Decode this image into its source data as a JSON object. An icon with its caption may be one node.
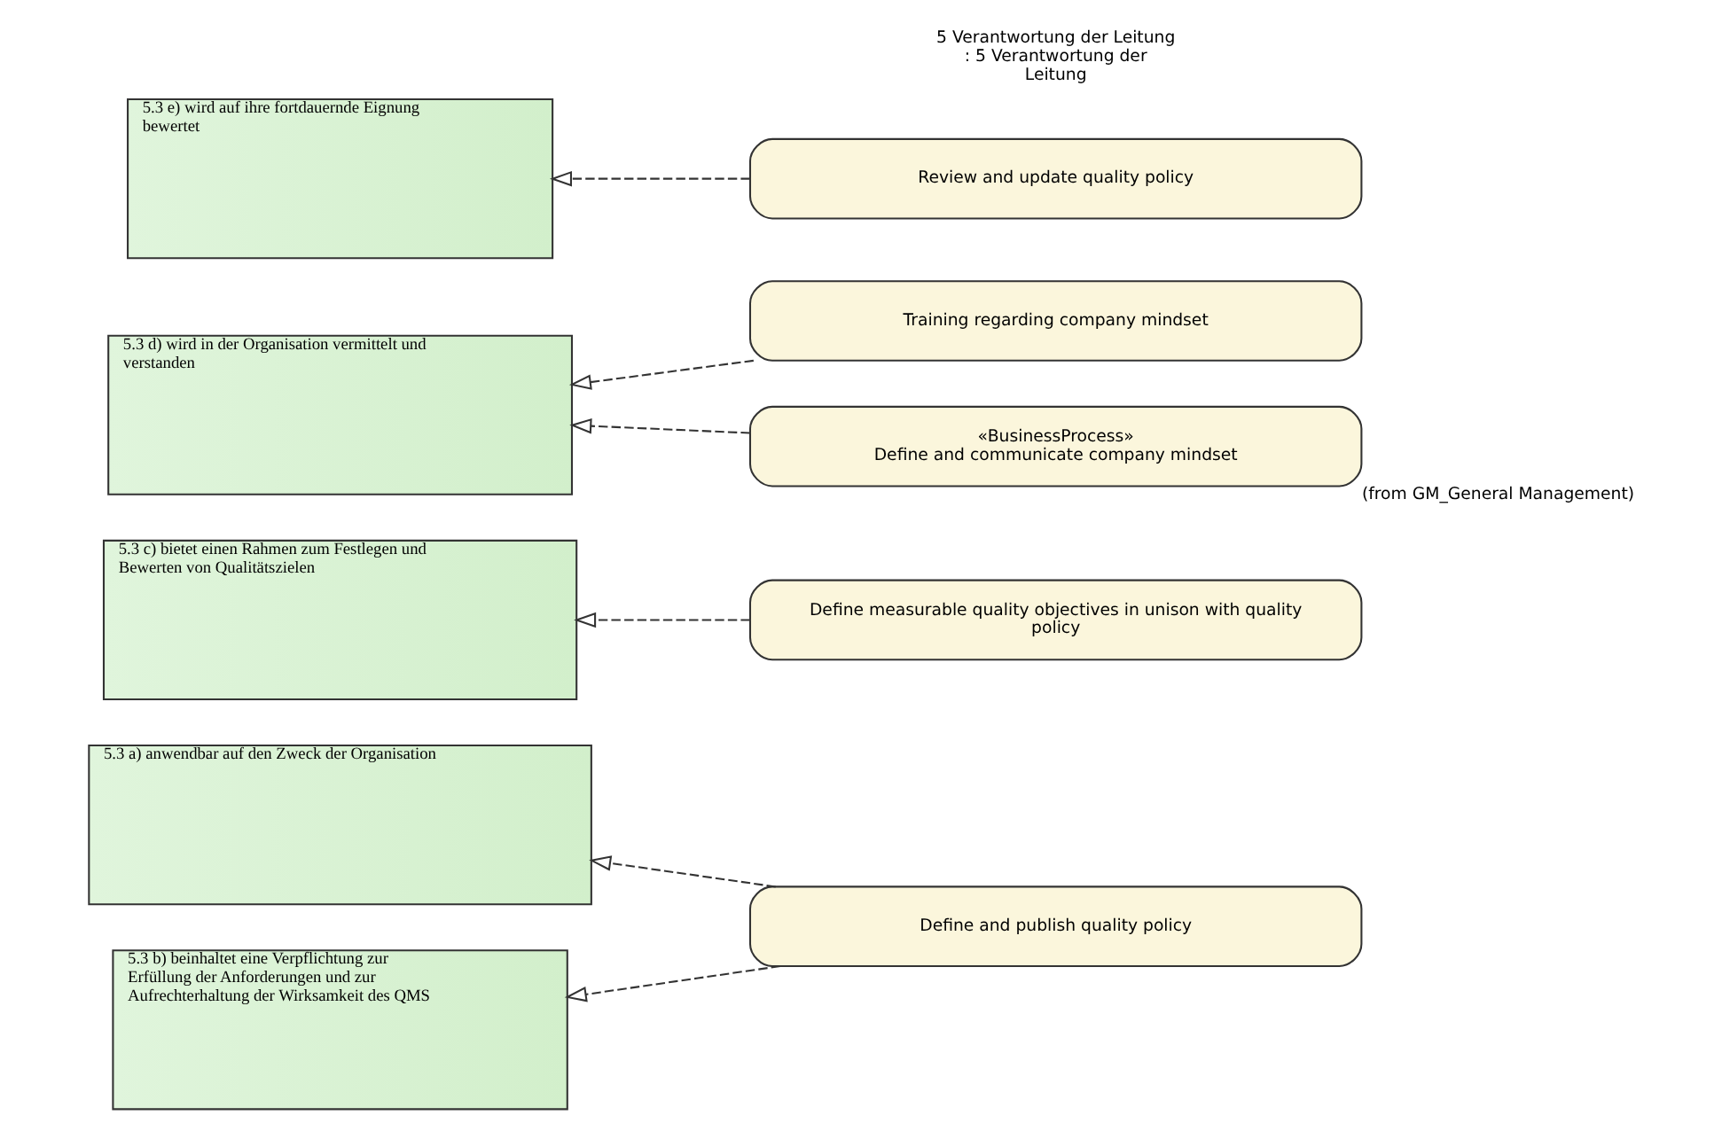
{
  "diagram": {
    "nodes": [
      {
        "text": [
          "5.3 a) anwendbar auf den Zweck der Organisation"
        ]
      },
      {
        "text": [
          "5.3 b) beinhaltet eine Verpflichtung zur Erfüllung der Anforderungen und zur Aufrechterhaltung der Wirksamkeit des QMS"
        ]
      },
      {
        "text": [
          "5.3 c) bietet einen Rahmen zum Festlegen und Bewerten von Qualitätszielen"
        ]
      },
      {
        "text": [
          "5.3 d) wird in der Organisation vermittelt und verstanden"
        ]
      },
      {
        "text": [
          "5.3 e) wird auf ihre fortdauernde Eignung bewertet"
        ]
      },
      {
        "text": [
          "Define and publish quality policy"
        ]
      },
      {
        "text": [
          "Define measurable quality objectives in unison with quality policy"
        ]
      },
      {
        "text": [
          "Training regarding company mindset"
        ]
      },
      {
        "text": [
          "«BusinessProcess»",
          "Define and communicate company mindset"
        ],
        "beside": [
          "(from GM_General Management)"
        ]
      },
      {
        "text": [
          "Review and update quality policy"
        ]
      }
    ],
    "edges": [
      {
        "from": 5,
        "to": 0,
        "arrow": "to",
        "style": "dashed"
      },
      {
        "from": 5,
        "to": 1,
        "arrow": "to",
        "style": "dashed"
      },
      {
        "from": 6,
        "to": 2,
        "arrow": "to",
        "style": "dashed"
      },
      {
        "from": 7,
        "to": 3,
        "arrow": "to",
        "style": "dashed"
      },
      {
        "from": 8,
        "to": 3,
        "arrow": "to",
        "style": "dashed"
      },
      {
        "from": 9,
        "to": 4,
        "arrow": "to",
        "style": "dashed"
      }
    ],
    "labels": [
      "5 Verantwortung der Leitung : 5 Verantwortung der Leitung"
    ]
  }
}
